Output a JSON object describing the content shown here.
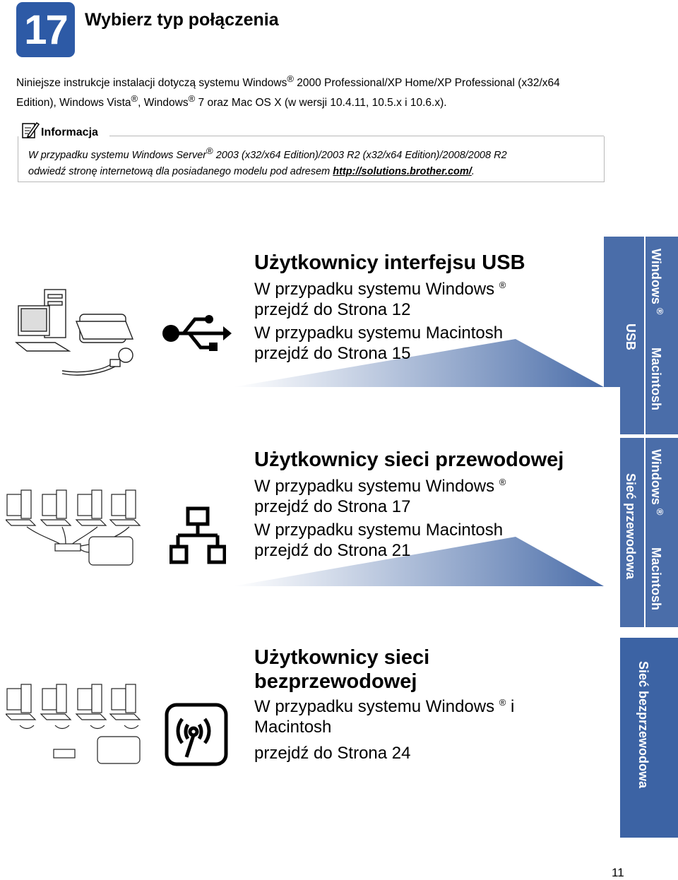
{
  "header": {
    "step_number": "17",
    "title": "Wybierz typ połączenia"
  },
  "intro": {
    "part1": "Niniejsze instrukcje instalacji dotyczą systemu Windows",
    "reg1": "®",
    "part2": " 2000 Professional/XP Home/XP Professional (x32/x64",
    "part3": "Edition), Windows Vista",
    "reg2": "®",
    "part4": ", Windows",
    "reg3": "®",
    "part5": " 7 oraz Mac OS X (w wersji 10.4.11, 10.5.x i 10.6.x)."
  },
  "info": {
    "label": "Informacja",
    "text1": "W przypadku systemu Windows Server",
    "reg": "®",
    "text2": " 2003 (x32/x64 Edition)/2003 R2 (x32/x64 Edition)/2008/2008 R2",
    "text3": "odwiedź stronę internetową dla posiadanego modelu pod adresem ",
    "link": "http://solutions.brother.com/",
    "text4": "."
  },
  "sections": [
    {
      "title": "Użytkownicy interfejsu USB",
      "line1": "W przypadku systemu Windows",
      "reg": "®",
      "line2": "przejdź do Strona 12",
      "line3": "W przypadku systemu Macintosh",
      "line4": "przejdź do Strona 15",
      "icon": "usb-icon"
    },
    {
      "title": "Użytkownicy sieci przewodowej",
      "line1": "W przypadku systemu Windows",
      "reg": "®",
      "line2": "przejdź do Strona 17",
      "line3": "W przypadku systemu Macintosh",
      "line4": "przejdź do Strona 21",
      "icon": "wired-network-icon"
    },
    {
      "title_a": "Użytkownicy sieci",
      "title_b": "bezprzewodowej",
      "line1": "W przypadku systemu Windows",
      "reg": "®",
      "line1_end": " i",
      "line2": "Macintosh",
      "line3": "przejdź do Strona 24",
      "icon": "wireless-network-icon"
    }
  ],
  "tabs": {
    "usb": {
      "group": "USB",
      "windows": "Windows",
      "reg": "®",
      "mac": "Macintosh"
    },
    "wired": {
      "group": "Sieć przewodowa",
      "windows": "Windows",
      "reg": "®",
      "mac": "Macintosh"
    },
    "wireless": {
      "group": "Sieć bezprzewodowa"
    }
  },
  "colors": {
    "accent": "#2d5aa6",
    "tab": "#4a6da9",
    "wedge_start": "#4a6da9",
    "wedge_end": "#ffffff"
  },
  "page_number": "11"
}
